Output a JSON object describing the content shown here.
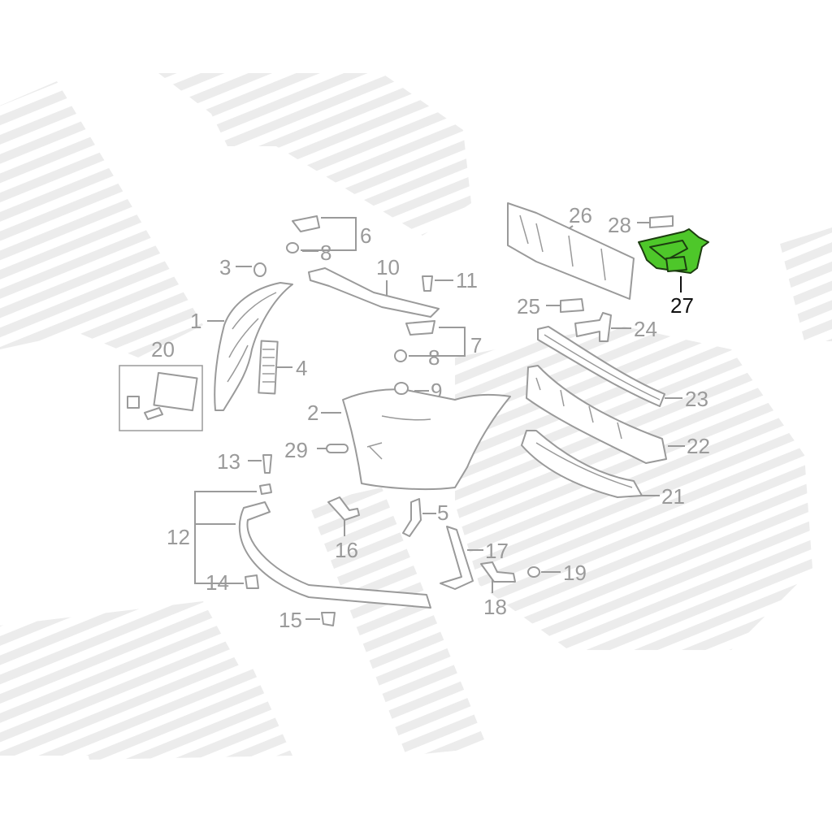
{
  "diagram": {
    "highlight_color": "#4ec72a",
    "line_color": "#9a9a9a",
    "highlighted_part": "27",
    "callouts": [
      {
        "id": "c1",
        "text": "1"
      },
      {
        "id": "c2",
        "text": "2"
      },
      {
        "id": "c3",
        "text": "3"
      },
      {
        "id": "c4",
        "text": "4"
      },
      {
        "id": "c5",
        "text": "5"
      },
      {
        "id": "c6",
        "text": "6"
      },
      {
        "id": "c7",
        "text": "7"
      },
      {
        "id": "c8a",
        "text": "8"
      },
      {
        "id": "c8b",
        "text": "8"
      },
      {
        "id": "c9",
        "text": "9"
      },
      {
        "id": "c10",
        "text": "10"
      },
      {
        "id": "c11",
        "text": "11"
      },
      {
        "id": "c12",
        "text": "12"
      },
      {
        "id": "c13",
        "text": "13"
      },
      {
        "id": "c14",
        "text": "14"
      },
      {
        "id": "c15",
        "text": "15"
      },
      {
        "id": "c16",
        "text": "16"
      },
      {
        "id": "c17",
        "text": "17"
      },
      {
        "id": "c18",
        "text": "18"
      },
      {
        "id": "c19",
        "text": "19"
      },
      {
        "id": "c20",
        "text": "20"
      },
      {
        "id": "c21",
        "text": "21"
      },
      {
        "id": "c22",
        "text": "22"
      },
      {
        "id": "c23",
        "text": "23"
      },
      {
        "id": "c24",
        "text": "24"
      },
      {
        "id": "c25",
        "text": "25"
      },
      {
        "id": "c26",
        "text": "26"
      },
      {
        "id": "c27",
        "text": "27"
      },
      {
        "id": "c28",
        "text": "28"
      },
      {
        "id": "c29",
        "text": "29"
      }
    ]
  }
}
